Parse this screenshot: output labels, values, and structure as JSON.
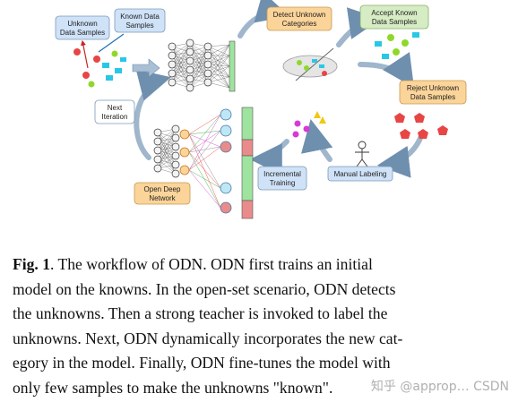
{
  "figure": {
    "boxes": {
      "unknown_samples": [
        "Unknown",
        "Data Samples"
      ],
      "known_samples": [
        "Known Data",
        "Samples"
      ],
      "detect_unknown": [
        "Detect Unknown",
        "Categories"
      ],
      "accept_known": [
        "Accept Known",
        "Data Samples"
      ],
      "reject_unknown": [
        "Reject Unknown",
        "Data Samples"
      ],
      "next_iteration": [
        "Next",
        "Iteration"
      ],
      "open_deep_network": [
        "Open Deep",
        "Network"
      ],
      "incremental_training": [
        "Incremental",
        "Training"
      ],
      "manual_labeling": [
        "Manual Labeling"
      ]
    },
    "colors": {
      "box_blue": "#cfe2f7",
      "box_green": "#d6ecc4",
      "box_orange": "#fbd49a",
      "known_cyan": "#29c7e6",
      "unknown_red": "#e84545",
      "accepted_green": "#8fd82a",
      "new_magenta": "#d63ad6",
      "output_pink": "#e98b8b",
      "output_green": "#9ee39e"
    }
  },
  "caption": {
    "label": "Fig. 1",
    "lines": [
      ".  The workflow of ODN. ODN first trains an initial",
      "model on the knowns. In the open-set scenario, ODN detects",
      "the unknowns.  Then a strong teacher is invoked to label the",
      "unknowns. Next, ODN dynamically incorporates the new cat-",
      "egory in the model.  Finally, ODN fine-tunes the model with",
      "only few samples to make the unknowns \"known\"."
    ]
  },
  "watermark": "知乎 @approp… CSDN"
}
